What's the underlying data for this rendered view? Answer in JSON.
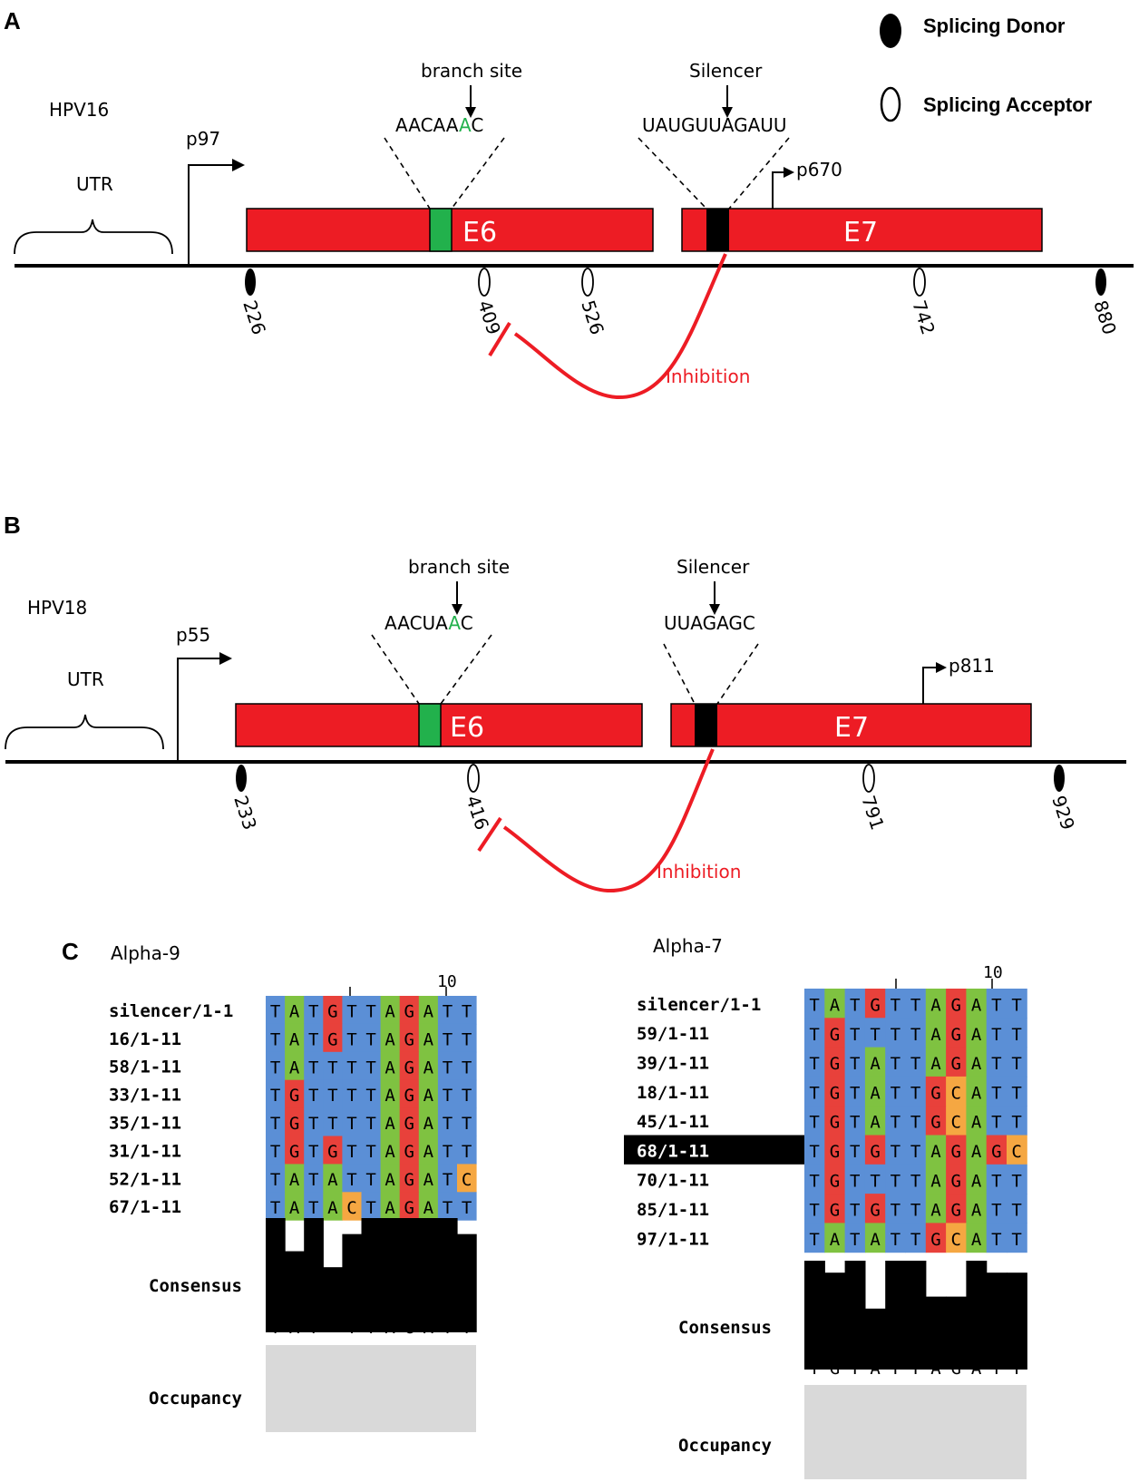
{
  "panels": {
    "a": {
      "letter": "A",
      "virus": "HPV16",
      "utr": "UTR",
      "promoter1": "p97",
      "promoter2": "p670",
      "branch_title": "branch site",
      "branch_seq": "AACAAAC",
      "branch_a": "A",
      "silencer_title": "Silencer",
      "silencer_seq": "UAUGUUAGAUU",
      "e6": "E6",
      "e7": "E7",
      "sites": [
        "226",
        "409",
        "526",
        "742",
        "880"
      ],
      "inhibition": "Inhibition"
    },
    "b": {
      "letter": "B",
      "virus": "HPV18",
      "utr": "UTR",
      "promoter1": "p55",
      "promoter2": "p811",
      "branch_title": "branch site",
      "branch_seq": "AACUAAC",
      "branch_a": "A",
      "silencer_title": "Silencer",
      "silencer_seq": "UUAGAGC",
      "e6": "E6",
      "e7": "E7",
      "sites": [
        "233",
        "416",
        "791",
        "929"
      ],
      "inhibition": "Inhibition"
    },
    "c": {
      "letter": "C",
      "left": {
        "title": "Alpha-9",
        "ruler": "10",
        "rows": [
          {
            "label": "silencer/1-1",
            "seq": "TATGTTAGATT"
          },
          {
            "label": "16/1-11",
            "seq": "TATGTTAGATT"
          },
          {
            "label": "58/1-11",
            "seq": "TATTTTAGATT"
          },
          {
            "label": "33/1-11",
            "seq": "TGTTTTAGATT"
          },
          {
            "label": "35/1-11",
            "seq": "TGTTTTAGATT"
          },
          {
            "label": "31/1-11",
            "seq": "TGTGTTAGATT"
          },
          {
            "label": "52/1-11",
            "seq": "TATATTAGATC"
          },
          {
            "label": "67/1-11",
            "seq": "TATACTAGATT"
          }
        ],
        "consensus_label": "Consensus",
        "consensus_seq": "TAT+TTAGATT",
        "consensus_levels": [
          1,
          0.71,
          1,
          0.57,
          0.86,
          1,
          1,
          1,
          1,
          1,
          0.86
        ],
        "occupancy_label": "Occupancy"
      },
      "right": {
        "title": "Alpha-7",
        "ruler": "10",
        "highlight_row": "68/1-11",
        "rows": [
          {
            "label": "silencer/1-1",
            "seq": "TATGTTAGATT"
          },
          {
            "label": "59/1-11",
            "seq": "TGTTTTAGATT"
          },
          {
            "label": "39/1-11",
            "seq": "TGTATTAGATT"
          },
          {
            "label": "18/1-11",
            "seq": "TGTATTGCATT"
          },
          {
            "label": "45/1-11",
            "seq": "TGTATTGCATT"
          },
          {
            "label": "68/1-11",
            "seq": "TGTGTTAGAGC"
          },
          {
            "label": "70/1-11",
            "seq": "TGTTTTAGATT"
          },
          {
            "label": "85/1-11",
            "seq": "TGTGTTAGATT"
          },
          {
            "label": "97/1-11",
            "seq": "TATATTGCATT"
          }
        ],
        "consensus_label": "Consensus",
        "consensus_seq": "TGTATTAGATT",
        "consensus_levels": [
          1,
          0.89,
          1,
          0.56,
          1,
          1,
          0.67,
          0.67,
          1,
          0.89,
          0.89
        ],
        "occupancy_label": "Occupancy"
      }
    }
  },
  "legend": {
    "donor": "Splicing Donor",
    "acceptor": "Splicing Acceptor"
  },
  "colors": {
    "exon": "#ed1c24",
    "branch": "#22b14c",
    "silencer_box": "#000000",
    "inhibition": "#ed1c24",
    "base_T": "#5b8fd6",
    "base_G": "#e8413b",
    "base_A": "#7fc241",
    "base_C": "#f5a742",
    "occupancy": "#d9d9d9"
  }
}
